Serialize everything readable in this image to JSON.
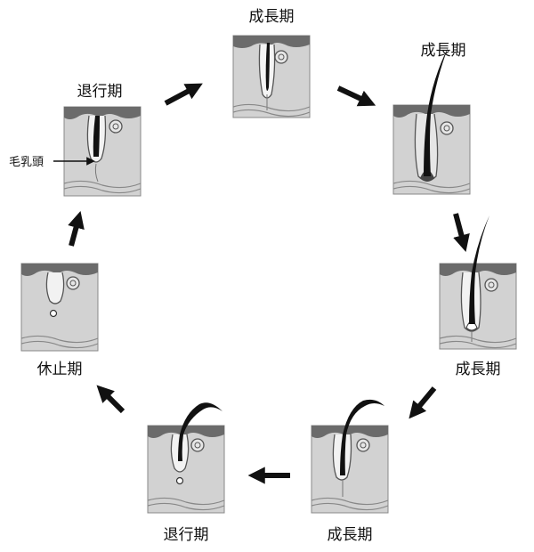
{
  "stages": [
    {
      "id": "s1",
      "label": "成長期"
    },
    {
      "id": "s2",
      "label": "成長期"
    },
    {
      "id": "s3",
      "label": "成長期"
    },
    {
      "id": "s4",
      "label": "成長期"
    },
    {
      "id": "s5",
      "label": "退行期"
    },
    {
      "id": "s6",
      "label": "退行期"
    },
    {
      "id": "s7",
      "label": "休止期"
    }
  ],
  "annotation": {
    "papilla": "毛乳頭"
  },
  "colors": {
    "skin": "#d2d2d2",
    "epidermis": "#6b6b6b",
    "outline": "#555555",
    "hair": "#111111",
    "arrow": "#111111"
  }
}
